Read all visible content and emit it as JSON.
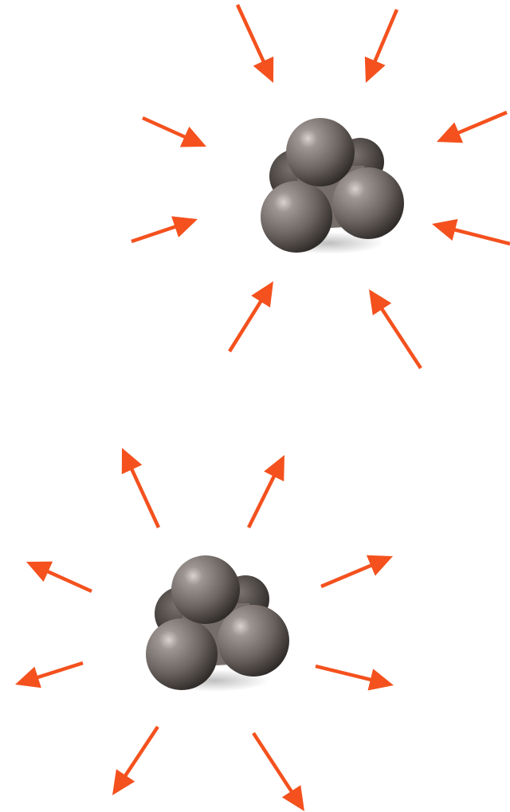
{
  "colors": {
    "background": "#ffffff",
    "arrow": "#f4511e",
    "sphere_light": "#b0aaa6",
    "sphere_mid": "#6f6763",
    "sphere_dark": "#2e2a28",
    "center_core": "#7d7470"
  },
  "molecules": [
    {
      "id": "top",
      "arrow_direction": "inward",
      "icon": "molecule-icon",
      "arrow_icon": "arrow-icon"
    },
    {
      "id": "bottom",
      "arrow_direction": "outward",
      "icon": "molecule-icon",
      "arrow_icon": "arrow-icon"
    }
  ]
}
